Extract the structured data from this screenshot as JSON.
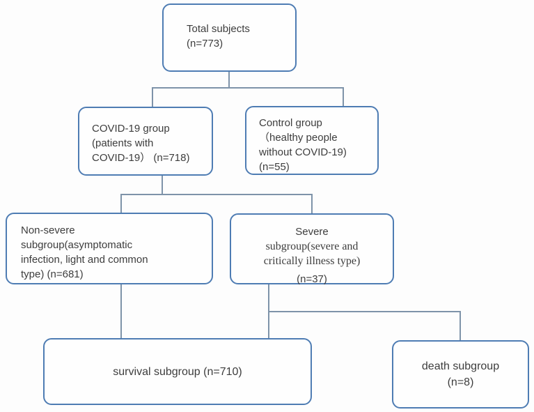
{
  "diagram": {
    "type": "flowchart",
    "description": "Study subject enrollment flow diagram",
    "colors": {
      "box_border": "#4e7cb3",
      "connector": "#7e93a9",
      "text": "#3d3d3d",
      "background": "#fdfdfd"
    },
    "boxes": {
      "total": {
        "n": 773,
        "lines": [
          "Total subjects",
          "(n=773)"
        ]
      },
      "covid": {
        "n": 718,
        "lines": [
          "COVID-19 group",
          "(patients with",
          "COVID-19） (n=718)"
        ]
      },
      "control": {
        "n": 55,
        "lines": [
          "Control group",
          "（healthy people",
          "without COVID-19)",
          "(n=55)"
        ]
      },
      "nonsevere": {
        "n": 681,
        "lines": [
          "Non-severe",
          "subgroup(asymptomatic",
          "infection, light and common",
          "type) (n=681)"
        ]
      },
      "severe": {
        "n": 37,
        "lines": [
          "Severe",
          "subgroup(severe and",
          "critically illness type)",
          "(n=37)"
        ]
      },
      "survival": {
        "n": 710,
        "lines": [
          "survival subgroup (n=710)"
        ]
      },
      "death": {
        "n": 8,
        "lines": [
          "death subgroup",
          "(n=8)"
        ]
      }
    }
  }
}
